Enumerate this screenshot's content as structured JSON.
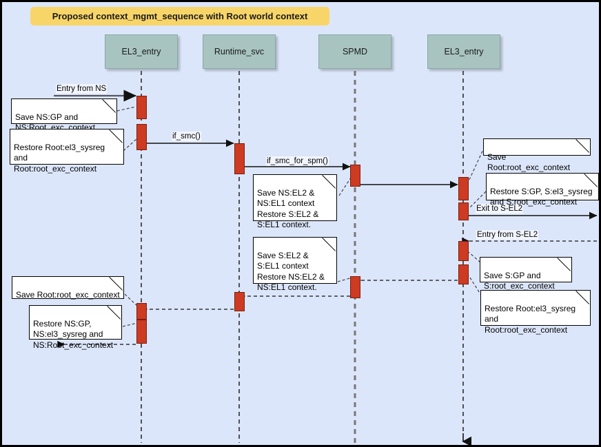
{
  "diagram": {
    "kind": "uml-sequence-diagram",
    "title": "Proposed context_mgmt_sequence with Root world context",
    "background_color": "#dce6fa",
    "border_color": "#000000",
    "title_banner_color": "#f8d568",
    "participant_color": "#a8c4c0",
    "activation_color": "#cc3b22",
    "note_color": "#ffffff"
  },
  "participants": [
    {
      "id": "p1",
      "label": "EL3_entry"
    },
    {
      "id": "p2",
      "label": "Runtime_svc"
    },
    {
      "id": "p3",
      "label": "SPMD"
    },
    {
      "id": "p4",
      "label": "EL3_entry"
    }
  ],
  "messages": [
    {
      "id": "m1",
      "label": "Entry from NS",
      "from": "external-left",
      "to": "p1",
      "style": "solid",
      "direction": "right"
    },
    {
      "id": "m2",
      "label": "if_smc()",
      "from": "p1",
      "to": "p2",
      "style": "solid",
      "direction": "right"
    },
    {
      "id": "m3",
      "label": "if_smc_for_spm()",
      "from": "p2",
      "to": "p3",
      "style": "solid",
      "direction": "right"
    },
    {
      "id": "m4",
      "label": "",
      "from": "p3",
      "to": "p4",
      "style": "solid",
      "direction": "right"
    },
    {
      "id": "m5",
      "label": "Exit to S-EL2",
      "from": "p4",
      "to": "external-right",
      "style": "solid",
      "direction": "right"
    },
    {
      "id": "m6",
      "label": "Entry from S-EL2",
      "from": "external-right",
      "to": "p4",
      "style": "dashed",
      "direction": "left"
    },
    {
      "id": "m7",
      "label": "",
      "from": "p4",
      "to": "p3",
      "style": "dashed",
      "direction": "left"
    },
    {
      "id": "m8",
      "label": "",
      "from": "p3",
      "to": "p2",
      "style": "dashed",
      "direction": "left"
    },
    {
      "id": "m9",
      "label": "",
      "from": "p2",
      "to": "p1",
      "style": "dashed",
      "direction": "left"
    },
    {
      "id": "m10",
      "label": "",
      "from": "p1",
      "to": "external-left",
      "style": "dashed",
      "direction": "left"
    }
  ],
  "notes": [
    {
      "id": "n1",
      "text": "Save NS:GP and\nNS:Root_exc_context",
      "anchor": "p1"
    },
    {
      "id": "n2",
      "text": "Restore Root:el3_sysreg\nand\nRoot:root_exc_context",
      "anchor": "p1"
    },
    {
      "id": "n3",
      "text": "Save NS:EL2 &\nNS:EL1 context\nRestore S:EL2 &\nS:EL1 context.",
      "anchor": "p2"
    },
    {
      "id": "n4",
      "text": "Save Root:root_exc_context",
      "anchor": "p4"
    },
    {
      "id": "n5",
      "text": "Restore S:GP, S:el3_sysreg\nand S:root_exc_context",
      "anchor": "p4"
    },
    {
      "id": "n6",
      "text": "Save S:GP and\nS:root_exc_context",
      "anchor": "p4"
    },
    {
      "id": "n7",
      "text": "Restore Root:el3_sysreg\nand\nRoot:root_exc_context",
      "anchor": "p4"
    },
    {
      "id": "n8",
      "text": "Save S:EL2 &\nS:EL1 context\nRestore NS:EL2 &\nNS:EL1 context.",
      "anchor": "p3"
    },
    {
      "id": "n9",
      "text": "Save Root:root_exc_context",
      "anchor": "p1"
    },
    {
      "id": "n10",
      "text": "Restore NS:GP,\nNS:el3_sysreg and\nNS:Root_exc_context",
      "anchor": "p1"
    }
  ]
}
